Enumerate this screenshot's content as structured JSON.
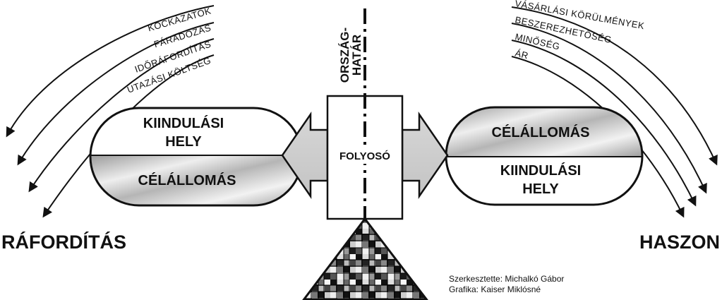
{
  "left_side": {
    "factors": [
      "KOCKÁZATOK",
      "FÁRADOZÁS",
      "IDŐRÁFORDÍTÁS",
      "UTAZÁSI KÖLTSÉG"
    ],
    "result_label": "RÁFORDÍTÁS",
    "capsule_top": [
      "KIINDULÁSI",
      "HELY"
    ],
    "capsule_bottom": "CÉLÁLLOMÁS"
  },
  "right_side": {
    "factors": [
      "VÁSÁRLÁSI KÖRÜLMÉNYEK",
      "BESZEREZHETŐSÉG",
      "MINŐSÉG",
      "ÁR"
    ],
    "result_label": "HASZON",
    "capsule_top": "CÉLÁLLOMÁS",
    "capsule_bottom": [
      "KIINDULÁSI",
      "HELY"
    ]
  },
  "center": {
    "border_label": [
      "ORSZÁG-",
      "HATÁR"
    ],
    "corridor_label": "FOLYOSÓ"
  },
  "credits": [
    "Szerkesztette: Michalkó Gábor",
    "Grafika: Kaiser Miklósné"
  ]
}
